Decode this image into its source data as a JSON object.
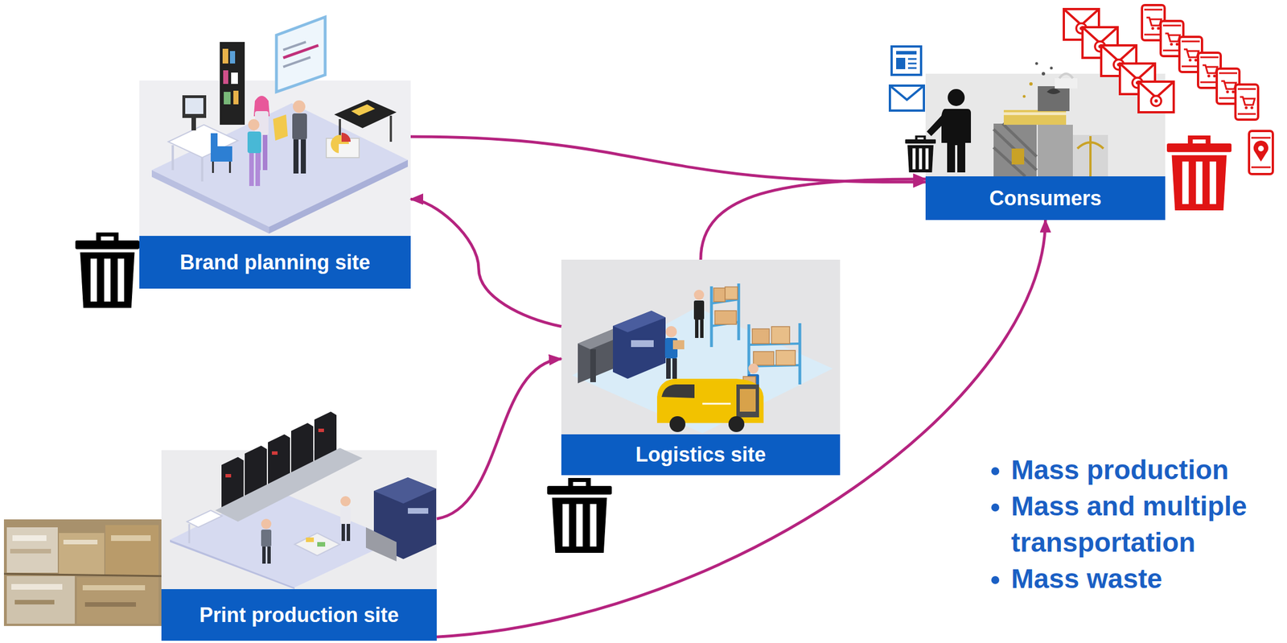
{
  "diagram": {
    "nodes": [
      {
        "text": [
          "Brand planning site"
        ]
      },
      {
        "text": [
          "Consumers"
        ]
      },
      {
        "text": [
          "Logistics site"
        ]
      },
      {
        "text": [
          "Print production site"
        ]
      }
    ],
    "edges": [
      {
        "from": 0,
        "to": 1,
        "arrow": "to"
      },
      {
        "from": 2,
        "to": 0,
        "arrow": "to"
      },
      {
        "from": 2,
        "to": 1,
        "arrow": "to"
      },
      {
        "from": 3,
        "to": 2,
        "arrow": "to"
      },
      {
        "from": 3,
        "to": 1,
        "arrow": "to"
      }
    ],
    "labels": [
      "Mass production",
      "Mass and multiple transportation",
      "Mass waste"
    ]
  }
}
